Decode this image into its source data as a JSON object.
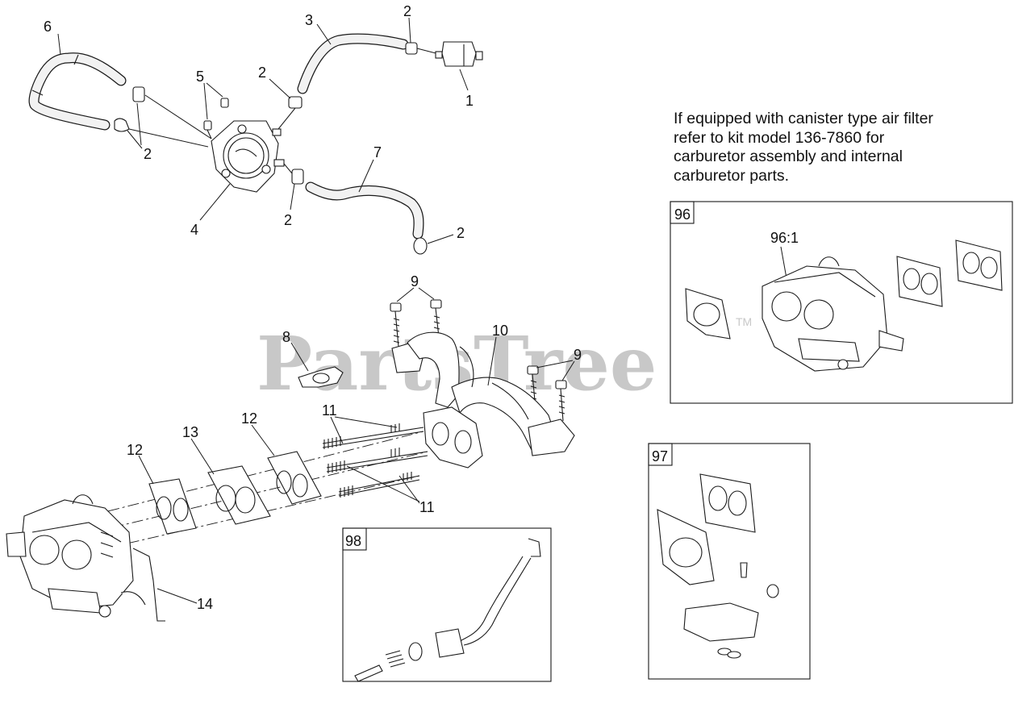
{
  "watermark": {
    "text": "PartsTree",
    "mark": "TM"
  },
  "note": {
    "lines": [
      "If equipped with canister type air filter",
      "refer to kit model 136-7860 for",
      "carburetor assembly and internal",
      "carburetor parts."
    ]
  },
  "kits": {
    "k96": {
      "label": "96",
      "sub_label": "96:1"
    },
    "k97": {
      "label": "97"
    },
    "k98": {
      "label": "98"
    }
  },
  "callouts": {
    "c1": "1",
    "c2a": "2",
    "c2b": "2",
    "c2c": "2",
    "c2d": "2",
    "c2e": "2",
    "c3": "3",
    "c4": "4",
    "c5": "5",
    "c6": "6",
    "c7": "7",
    "c8": "8",
    "c9a": "9",
    "c9b": "9",
    "c10": "10",
    "c11a": "11",
    "c11b": "11",
    "c12a": "12",
    "c12b": "12",
    "c13": "13",
    "c14": "14"
  },
  "colors": {
    "line": "#1a1a1a",
    "watermark": "#c8c8c8",
    "hose_fill": "#f2f2f2"
  }
}
